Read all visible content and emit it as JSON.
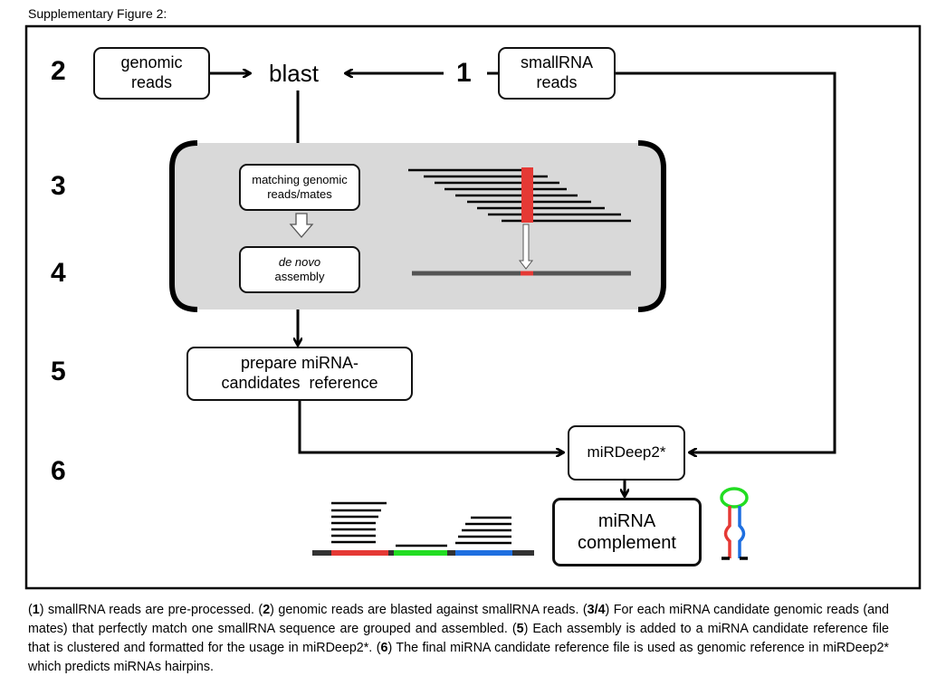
{
  "title": "Supplementary Figure 2:",
  "steps": {
    "s1": "1",
    "s2": "2",
    "s3": "3",
    "s4": "4",
    "s5": "5",
    "s6": "6"
  },
  "nodes": {
    "genomic_reads": [
      "genomic",
      "reads"
    ],
    "blast": "blast",
    "smallrna_reads": [
      "smallRNA",
      "reads"
    ],
    "matching": [
      "matching genomic",
      "reads/mates"
    ],
    "denovo": [
      "de novo",
      "assembly"
    ],
    "prepare": [
      "prepare miRNA-",
      "candidates  reference"
    ],
    "mirdeep": "miRDeep2*",
    "complement": [
      "miRNA",
      "complement"
    ]
  },
  "caption": {
    "p1": "(",
    "n1": "1",
    "p2": ") smallRNA reads are pre-processed. (",
    "n2": "2",
    "p3": ") genomic reads are blasted against smallRNA reads. (",
    "n3": "3/4",
    "p4": ") For each miRNA candidate genomic reads (and mates) that perfectly match one smallRNA sequence are grouped and assembled. (",
    "n5": "5",
    "p5": ") Each assembly is added to a miRNA candidate reference file that is clustered and formatted for the usage in miRDeep2*. (",
    "n6": "6",
    "p6": ") The final miRNA candidate reference file is used as genomic reference in miRDeep2* which predicts miRNAs hairpins."
  },
  "colors": {
    "red": "#e53935",
    "green": "#22dd22",
    "blue": "#1e6fe0",
    "panel": "#d9d9d9"
  }
}
